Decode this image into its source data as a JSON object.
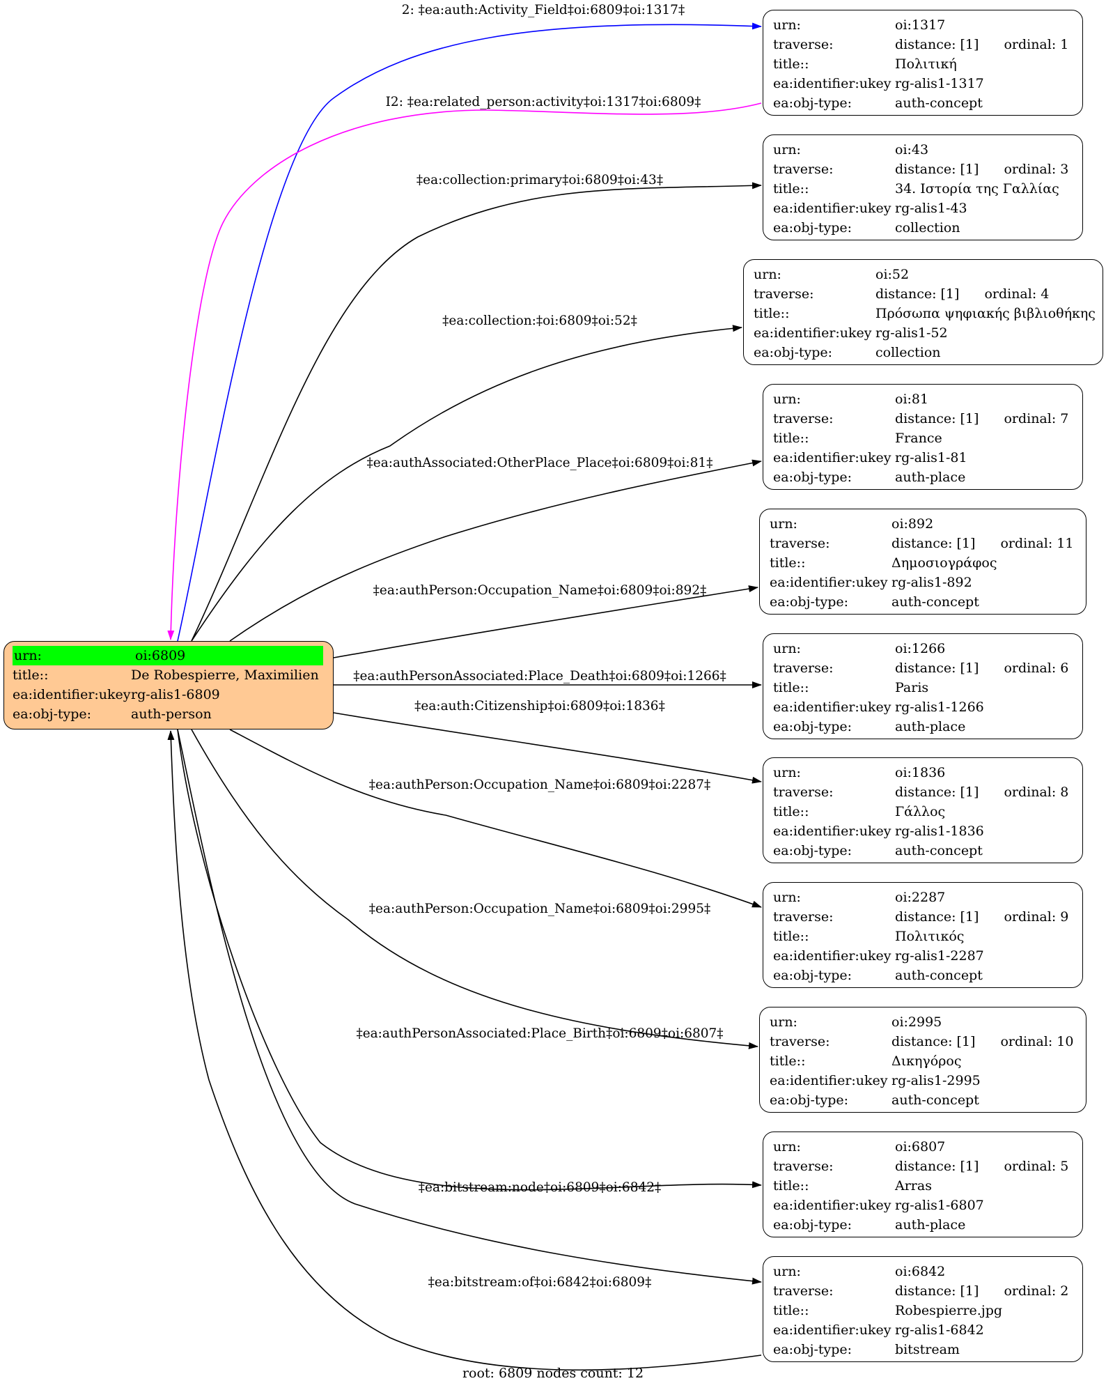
{
  "root": {
    "rows": [
      {
        "key": "urn:",
        "value": "oi:6809"
      },
      {
        "key": "title::",
        "value": "De Robespierre, Maximilien"
      },
      {
        "key": "ea:identifier:ukey",
        "value": "rg-alis1-6809"
      },
      {
        "key": "ea:obj-type:",
        "value": "auth-person"
      }
    ],
    "highlight_color": "#00ff00",
    "fill_color": "#ffc994"
  },
  "nodes": [
    {
      "urn": "oi:1317",
      "traverse": "distance: [1]",
      "ordinal": "ordinal: 1",
      "title": "Πολιτική",
      "ukey": "rg-alis1-1317",
      "type": "auth-concept"
    },
    {
      "urn": "oi:43",
      "traverse": "distance: [1]",
      "ordinal": "ordinal: 3",
      "title": "34. Ιστορία της Γαλλίας",
      "ukey": "rg-alis1-43",
      "type": "collection"
    },
    {
      "urn": "oi:52",
      "traverse": "distance: [1]",
      "ordinal": "ordinal: 4",
      "title": "Πρόσωπα ψηφιακής βιβλιοθήκης",
      "ukey": "rg-alis1-52",
      "type": "collection"
    },
    {
      "urn": "oi:81",
      "traverse": "distance: [1]",
      "ordinal": "ordinal: 7",
      "title": "France",
      "ukey": "rg-alis1-81",
      "type": "auth-place"
    },
    {
      "urn": "oi:892",
      "traverse": "distance: [1]",
      "ordinal": "ordinal: 11",
      "title": "Δημοσιογράφος",
      "ukey": "rg-alis1-892",
      "type": "auth-concept"
    },
    {
      "urn": "oi:1266",
      "traverse": "distance: [1]",
      "ordinal": "ordinal: 6",
      "title": "Paris",
      "ukey": "rg-alis1-1266",
      "type": "auth-place"
    },
    {
      "urn": "oi:1836",
      "traverse": "distance: [1]",
      "ordinal": "ordinal: 8",
      "title": "Γάλλος",
      "ukey": "rg-alis1-1836",
      "type": "auth-concept"
    },
    {
      "urn": "oi:2287",
      "traverse": "distance: [1]",
      "ordinal": "ordinal: 9",
      "title": "Πολιτικός",
      "ukey": "rg-alis1-2287",
      "type": "auth-concept"
    },
    {
      "urn": "oi:2995",
      "traverse": "distance: [1]",
      "ordinal": "ordinal: 10",
      "title": "Δικηγόρος",
      "ukey": "rg-alis1-2995",
      "type": "auth-concept"
    },
    {
      "urn": "oi:6807",
      "traverse": "distance: [1]",
      "ordinal": "ordinal: 5",
      "title": "Arras",
      "ukey": "rg-alis1-6807",
      "type": "auth-place"
    },
    {
      "urn": "oi:6842",
      "traverse": "distance: [1]",
      "ordinal": "ordinal: 2",
      "title": "Robespierre.jpg",
      "ukey": "rg-alis1-6842",
      "type": "bitstream"
    }
  ],
  "row_keys": {
    "urn": "urn:",
    "traverse": "traverse:",
    "title": "title::",
    "ukey": "ea:identifier:ukey",
    "type": "ea:obj-type:"
  },
  "edges": [
    {
      "label": "2: ‡ea:auth:Activity_Field‡oi:6809‡oi:1317‡",
      "from": "root",
      "to": 0,
      "color": "#0000ff"
    },
    {
      "label": "I2: ‡ea:related_person:activity‡oi:1317‡oi:6809‡",
      "from": 0,
      "to": "root",
      "color": "#ff00ff"
    },
    {
      "label": "‡ea:collection:primary‡oi:6809‡oi:43‡",
      "from": "root",
      "to": 1,
      "color": "#000000"
    },
    {
      "label": "‡ea:collection:‡oi:6809‡oi:52‡",
      "from": "root",
      "to": 2,
      "color": "#000000"
    },
    {
      "label": "‡ea:authAssociated:OtherPlace_Place‡oi:6809‡oi:81‡",
      "from": "root",
      "to": 3,
      "color": "#000000"
    },
    {
      "label": "‡ea:authPerson:Occupation_Name‡oi:6809‡oi:892‡",
      "from": "root",
      "to": 4,
      "color": "#000000"
    },
    {
      "label": "‡ea:authPersonAssociated:Place_Death‡oi:6809‡oi:1266‡",
      "from": "root",
      "to": 5,
      "color": "#000000"
    },
    {
      "label": "‡ea:auth:Citizenship‡oi:6809‡oi:1836‡",
      "from": "root",
      "to": 6,
      "color": "#000000"
    },
    {
      "label": "‡ea:authPerson:Occupation_Name‡oi:6809‡oi:2287‡",
      "from": "root",
      "to": 7,
      "color": "#000000"
    },
    {
      "label": "‡ea:authPerson:Occupation_Name‡oi:6809‡oi:2995‡",
      "from": "root",
      "to": 8,
      "color": "#000000"
    },
    {
      "label": "‡ea:authPersonAssociated:Place_Birth‡oi:6809‡oi:6807‡",
      "from": "root",
      "to": 9,
      "color": "#000000"
    },
    {
      "label": "‡ea:bitstream:node‡oi:6809‡oi:6842‡",
      "from": "root",
      "to": 10,
      "color": "#000000"
    },
    {
      "label": "‡ea:bitstream:of‡oi:6842‡oi:6809‡",
      "from": 10,
      "to": "root",
      "color": "#000000"
    }
  ],
  "caption": "root: 6809 nodes count: 12"
}
